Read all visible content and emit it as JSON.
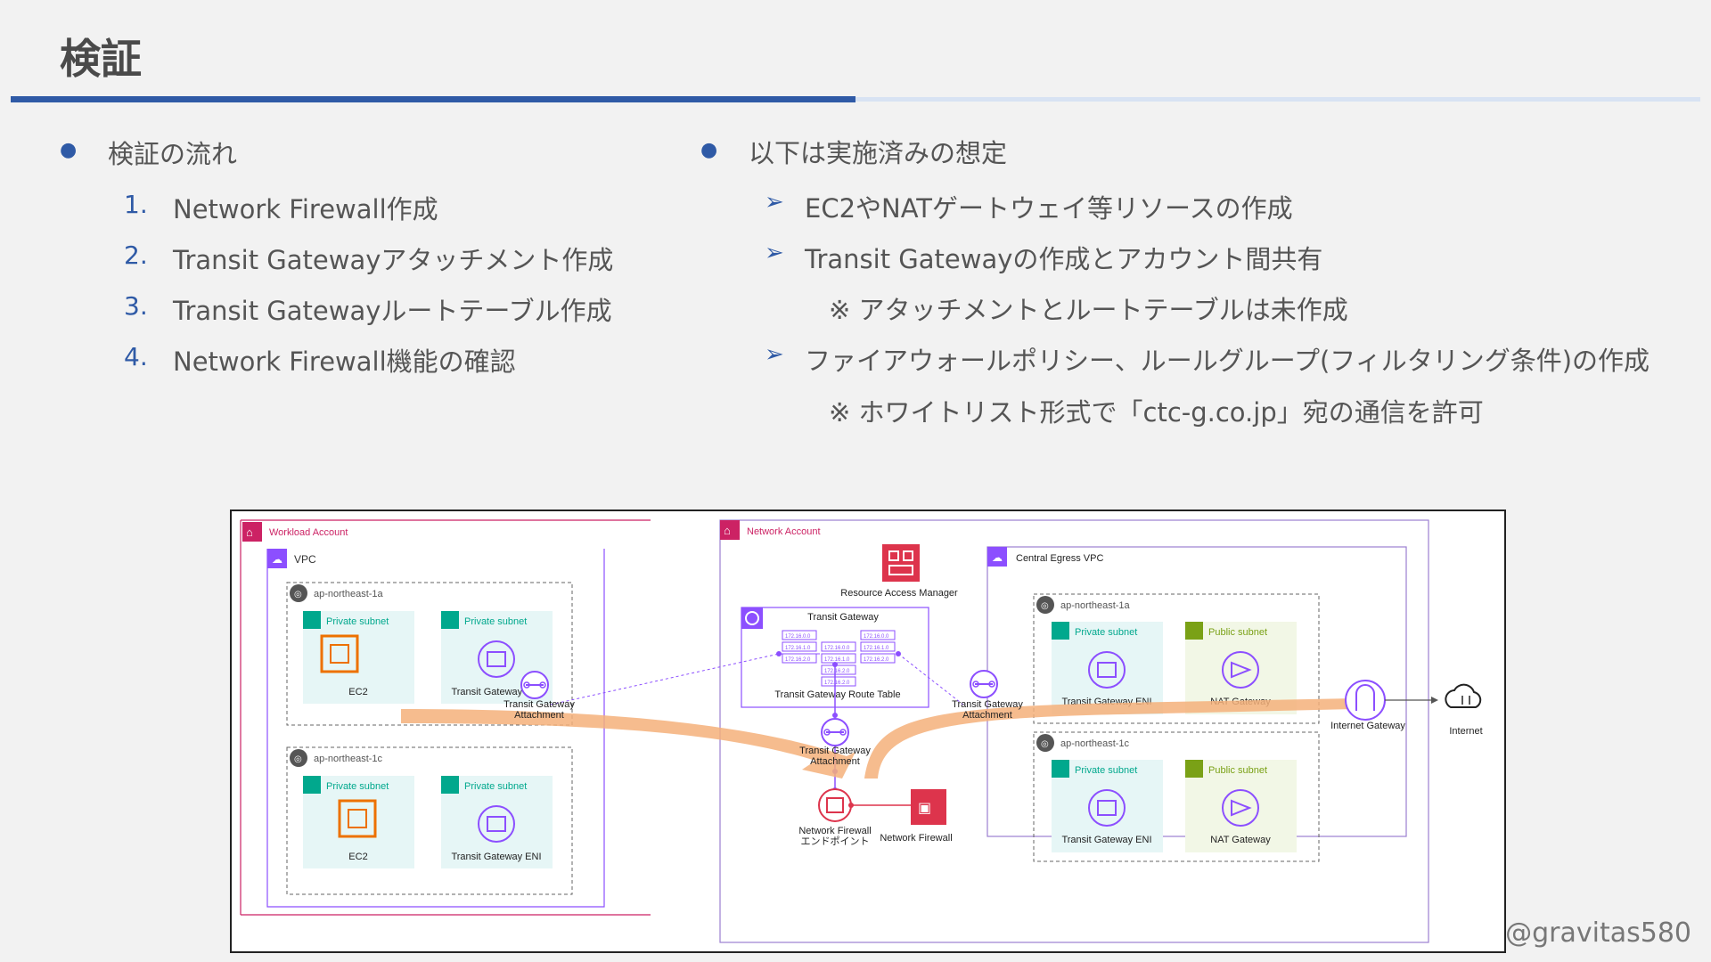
{
  "title": "検証",
  "left": {
    "heading": "検証の流れ",
    "steps": [
      {
        "num": "1.",
        "text": "Network Firewall作成"
      },
      {
        "num": "2.",
        "text": "Transit Gatewayアタッチメント作成"
      },
      {
        "num": "3.",
        "text": "Transit Gatewayルートテーブル作成"
      },
      {
        "num": "4.",
        "text": "Network Firewall機能の確認"
      }
    ]
  },
  "right": {
    "heading": "以下は実施済みの想定",
    "items": [
      "EC2やNATゲートウェイ等リソースの作成",
      "Transit  Gatewayの作成とアカウント間共有",
      "ファイアウォールポリシー、ルールグループ(フィルタリング条件)の作成"
    ],
    "notes": [
      "※ アタッチメントとルートテーブルは未作成",
      "※ ホワイトリスト形式で「ctc-g.co.jp」宛の通信を許可"
    ]
  },
  "diagram": {
    "workload_account": "Workload Account",
    "vpc": "VPC",
    "az1a": "ap-northeast-1a",
    "az1c": "ap-northeast-1c",
    "private_subnet": "Private subnet",
    "public_subnet": "Public subnet",
    "ec2": "EC2",
    "tgw_eni": "Transit Gateway ENI",
    "tgw_attach_line1": "Transit Gateway",
    "tgw_attach_line2": "Attachment",
    "network_account": "Network Account",
    "ram": "Resource Access Manager",
    "tgw": "Transit Gateway",
    "route_table": "Transit Gateway Route Table",
    "nfw_endpoint_line1": "Network Firewall",
    "nfw_endpoint_line2": "エンドポイント",
    "nfw": "Network Firewall",
    "central_vpc": "Central Egress VPC",
    "nat": "NAT Gateway",
    "igw": "Internet Gateway",
    "internet": "Internet",
    "routes": [
      "172.16.0.0",
      "172.16.1.0",
      "172.16.2.0",
      "172.16.0.0",
      "172.16.1.0",
      "172.16.2.0",
      "172.16.0.0",
      "172.16.1.0",
      "172.16.2.0",
      "172.16.2.0"
    ]
  },
  "watermark": "@gravitas580",
  "colors": {
    "accent": "#2f5aa6",
    "accent_light": "#d8e3f3",
    "flow": "#f5b07a",
    "purple": "#8c4fff",
    "pink": "#cc2264",
    "ec2": "#ed7100",
    "green": "#7aa116",
    "teal": "#01a88d",
    "red": "#dd344c"
  }
}
